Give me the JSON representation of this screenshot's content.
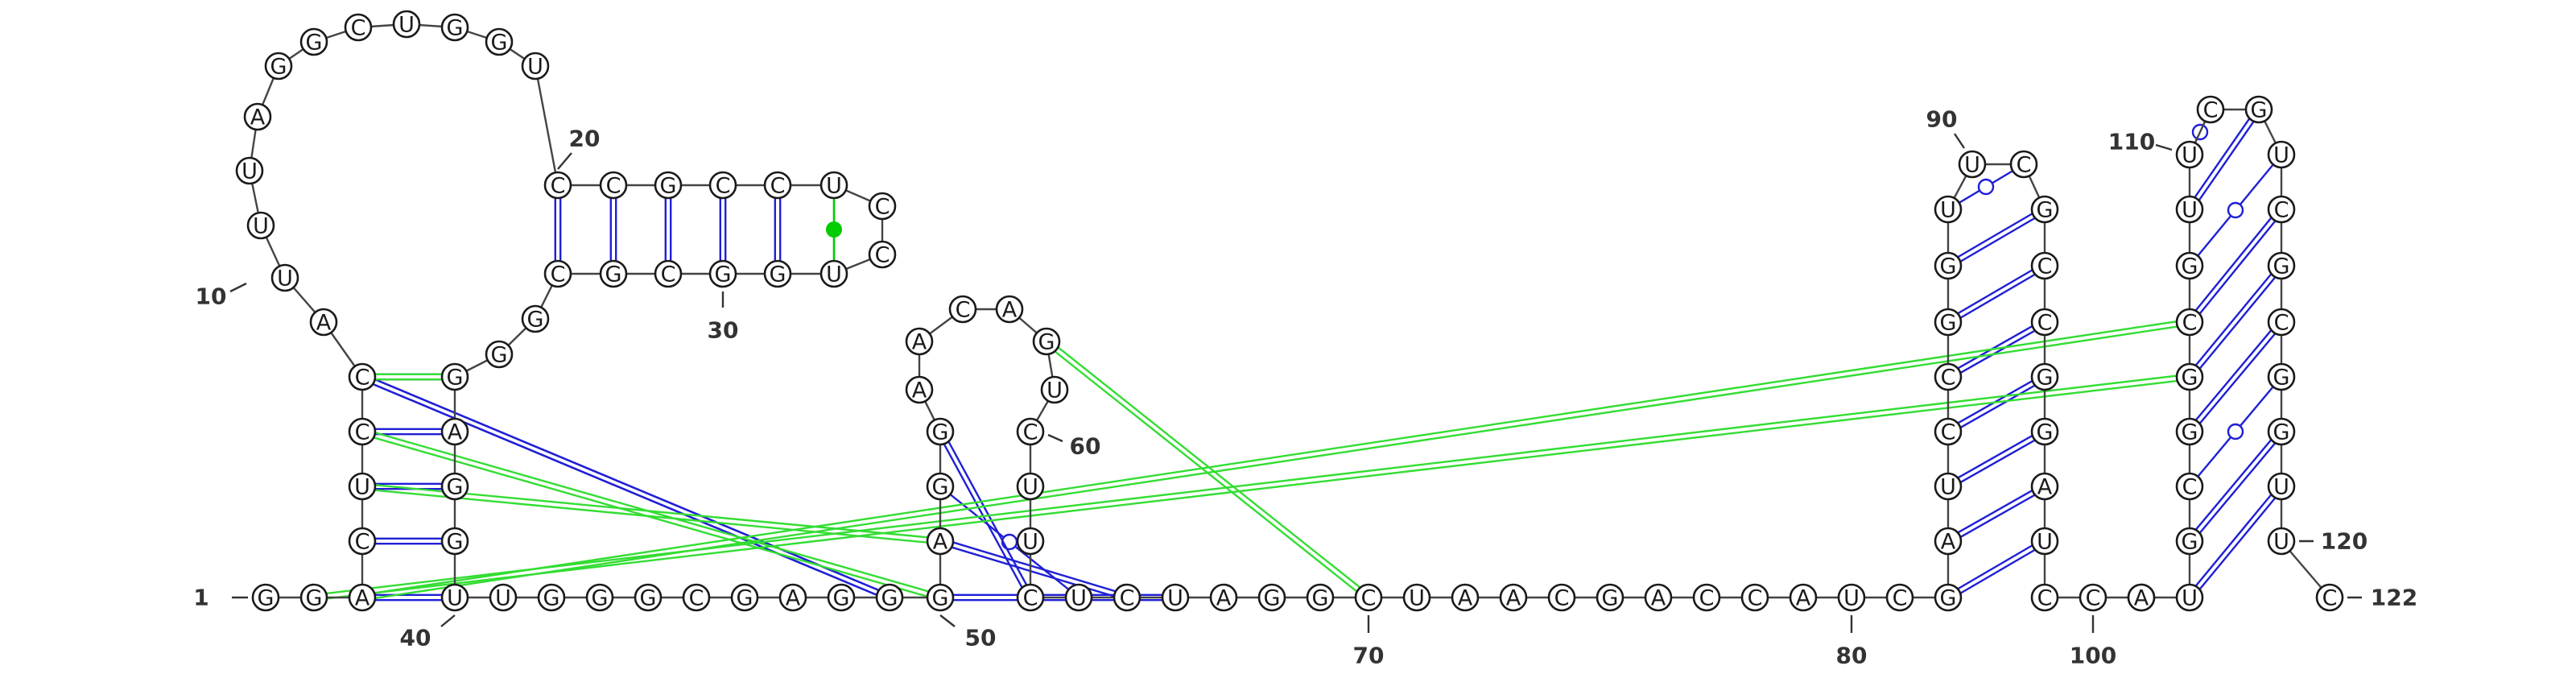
{
  "colors": {
    "canonical_pair": "#1f1fd6",
    "wobble_pair": "#1f1fd6",
    "noncanonical_pair": "#00cc00",
    "tertiary_interaction": "#33dd33",
    "backbone": "#444444"
  },
  "molecule": {
    "length": 122,
    "sequence": "GGAUUGGGCGAGGGGUUCGAGGGCCUCCGUCCCUUAUCCAGCAAGCACUUAGCCUAAGGCGAUCUGAGCCCGCAAUUGGGUUCUGCGAUACGGAUGCUUGAUCUAGCGUGGACUGUCUCGGCCGUCAAACUCGC",
    "displayed_nucleotides": [
      {
        "n": 1,
        "base": "G"
      },
      {
        "n": 2,
        "base": "G"
      },
      {
        "n": 3,
        "base": "A"
      },
      {
        "n": 4,
        "base": "C"
      },
      {
        "n": 5,
        "base": "U"
      },
      {
        "n": 6,
        "base": "C"
      },
      {
        "n": 7,
        "base": "C"
      },
      {
        "n": 8,
        "base": "A"
      },
      {
        "n": 9,
        "base": "U"
      },
      {
        "n": 10,
        "base": "U"
      },
      {
        "n": 11,
        "base": "U"
      },
      {
        "n": 12,
        "base": "A"
      },
      {
        "n": 13,
        "base": "G"
      },
      {
        "n": 14,
        "base": "G"
      },
      {
        "n": 15,
        "base": "C"
      },
      {
        "n": 16,
        "base": "U"
      },
      {
        "n": 17,
        "base": "G"
      },
      {
        "n": 18,
        "base": "G"
      },
      {
        "n": 19,
        "base": "U"
      },
      {
        "n": 20,
        "base": "C"
      },
      {
        "n": 21,
        "base": "C"
      },
      {
        "n": 22,
        "base": "G"
      },
      {
        "n": 23,
        "base": "C"
      },
      {
        "n": 24,
        "base": "C"
      },
      {
        "n": 25,
        "base": "U"
      },
      {
        "n": 26,
        "base": "C"
      },
      {
        "n": 27,
        "base": "C"
      },
      {
        "n": 28,
        "base": "U"
      },
      {
        "n": 29,
        "base": "G"
      },
      {
        "n": 30,
        "base": "G"
      },
      {
        "n": 31,
        "base": "C"
      },
      {
        "n": 32,
        "base": "G"
      },
      {
        "n": 33,
        "base": "C"
      },
      {
        "n": 34,
        "base": "G"
      },
      {
        "n": 35,
        "base": "G"
      },
      {
        "n": 36,
        "base": "G"
      },
      {
        "n": 37,
        "base": "A"
      },
      {
        "n": 38,
        "base": "G"
      },
      {
        "n": 39,
        "base": "G"
      },
      {
        "n": 40,
        "base": "U"
      },
      {
        "n": 41,
        "base": "U"
      },
      {
        "n": 42,
        "base": "G"
      },
      {
        "n": 43,
        "base": "G"
      },
      {
        "n": 44,
        "base": "G"
      },
      {
        "n": 45,
        "base": "C"
      },
      {
        "n": 46,
        "base": "G"
      },
      {
        "n": 47,
        "base": "A"
      },
      {
        "n": 48,
        "base": "G"
      },
      {
        "n": 49,
        "base": "G"
      },
      {
        "n": 50,
        "base": "G"
      },
      {
        "n": 51,
        "base": "A"
      },
      {
        "n": 52,
        "base": "G"
      },
      {
        "n": 53,
        "base": "G"
      },
      {
        "n": 54,
        "base": "A"
      },
      {
        "n": 55,
        "base": "A"
      },
      {
        "n": 56,
        "base": "C"
      },
      {
        "n": 57,
        "base": "A"
      },
      {
        "n": 58,
        "base": "G"
      },
      {
        "n": 59,
        "base": "U"
      },
      {
        "n": 60,
        "base": "C"
      },
      {
        "n": 61,
        "base": "U"
      },
      {
        "n": 62,
        "base": "U"
      },
      {
        "n": 63,
        "base": "C"
      },
      {
        "n": 64,
        "base": "U"
      },
      {
        "n": 65,
        "base": "C"
      },
      {
        "n": 66,
        "base": "U"
      },
      {
        "n": 67,
        "base": "A"
      },
      {
        "n": 68,
        "base": "G"
      },
      {
        "n": 69,
        "base": "G"
      },
      {
        "n": 70,
        "base": "C"
      },
      {
        "n": 71,
        "base": "U"
      },
      {
        "n": 72,
        "base": "A"
      },
      {
        "n": 73,
        "base": "A"
      },
      {
        "n": 74,
        "base": "C"
      },
      {
        "n": 75,
        "base": "G"
      },
      {
        "n": 76,
        "base": "A"
      },
      {
        "n": 77,
        "base": "C"
      },
      {
        "n": 78,
        "base": "C"
      },
      {
        "n": 79,
        "base": "A"
      },
      {
        "n": 80,
        "base": "U"
      },
      {
        "n": 81,
        "base": "C"
      },
      {
        "n": 82,
        "base": "G"
      },
      {
        "n": 83,
        "base": "A"
      },
      {
        "n": 84,
        "base": "U"
      },
      {
        "n": 85,
        "base": "C"
      },
      {
        "n": 86,
        "base": "C"
      },
      {
        "n": 87,
        "base": "G"
      },
      {
        "n": 88,
        "base": "G"
      },
      {
        "n": 89,
        "base": "U"
      },
      {
        "n": 90,
        "base": "U"
      },
      {
        "n": 91,
        "base": "C"
      },
      {
        "n": 92,
        "base": "G"
      },
      {
        "n": 93,
        "base": "C"
      },
      {
        "n": 94,
        "base": "C"
      },
      {
        "n": 95,
        "base": "G"
      },
      {
        "n": 96,
        "base": "G"
      },
      {
        "n": 97,
        "base": "A"
      },
      {
        "n": 98,
        "base": "U"
      },
      {
        "n": 99,
        "base": "C"
      },
      {
        "n": 100,
        "base": "C"
      },
      {
        "n": 101,
        "base": "A"
      },
      {
        "n": 102,
        "base": "A"
      },
      {
        "n": 103,
        "base": "U"
      },
      {
        "n": 104,
        "base": "G"
      },
      {
        "n": 105,
        "base": "C"
      },
      {
        "n": 106,
        "base": "G"
      },
      {
        "n": 107,
        "base": "G"
      },
      {
        "n": 108,
        "base": "C"
      },
      {
        "n": 109,
        "base": "G"
      },
      {
        "n": 110,
        "base": "U"
      },
      {
        "n": 111,
        "base": "U"
      },
      {
        "n": 112,
        "base": "C"
      },
      {
        "n": 113,
        "base": "G"
      },
      {
        "n": 114,
        "base": "U"
      },
      {
        "n": 115,
        "base": "C"
      },
      {
        "n": 116,
        "base": "G"
      },
      {
        "n": 117,
        "base": "C"
      },
      {
        "n": 118,
        "base": "G"
      },
      {
        "n": 119,
        "base": "G"
      },
      {
        "n": 120,
        "base": "U"
      },
      {
        "n": 121,
        "base": "U"
      },
      {
        "n": 122,
        "base": "C"
      }
    ]
  },
  "position_labels": [
    "1",
    "10",
    "20",
    "30",
    "40",
    "50",
    "60",
    "70",
    "80",
    "90",
    "100",
    "110",
    "120",
    "122"
  ],
  "base_pairs": [
    {
      "i": 3,
      "j": 40,
      "type": "canonical"
    },
    {
      "i": 4,
      "j": 39,
      "type": "canonical"
    },
    {
      "i": 5,
      "j": 38,
      "type": "canonical"
    },
    {
      "i": 6,
      "j": 37,
      "type": "canonical"
    },
    {
      "i": 7,
      "j": 36,
      "type": "canonical"
    },
    {
      "i": 20,
      "j": 33,
      "type": "canonical"
    },
    {
      "i": 21,
      "j": 32,
      "type": "canonical"
    },
    {
      "i": 22,
      "j": 31,
      "type": "canonical"
    },
    {
      "i": 23,
      "j": 30,
      "type": "canonical"
    },
    {
      "i": 24,
      "j": 29,
      "type": "canonical"
    },
    {
      "i": 25,
      "j": 28,
      "type": "noncanonical"
    },
    {
      "i": 50,
      "j": 66,
      "type": "canonical"
    },
    {
      "i": 51,
      "j": 65,
      "type": "canonical"
    },
    {
      "i": 52,
      "j": 64,
      "type": "wobble"
    },
    {
      "i": 53,
      "j": 63,
      "type": "canonical"
    },
    {
      "i": 82,
      "j": 98,
      "type": "canonical"
    },
    {
      "i": 83,
      "j": 97,
      "type": "canonical"
    },
    {
      "i": 84,
      "j": 96,
      "type": "canonical"
    },
    {
      "i": 85,
      "j": 95,
      "type": "canonical"
    },
    {
      "i": 86,
      "j": 94,
      "type": "canonical"
    },
    {
      "i": 87,
      "j": 93,
      "type": "canonical"
    },
    {
      "i": 88,
      "j": 92,
      "type": "canonical"
    },
    {
      "i": 89,
      "j": 91,
      "type": "wobble"
    },
    {
      "i": 103,
      "j": 120,
      "type": "canonical"
    },
    {
      "i": 104,
      "j": 119,
      "type": "canonical"
    },
    {
      "i": 105,
      "j": 118,
      "type": "wobble"
    },
    {
      "i": 106,
      "j": 117,
      "type": "canonical"
    },
    {
      "i": 107,
      "j": 116,
      "type": "canonical"
    },
    {
      "i": 108,
      "j": 115,
      "type": "canonical"
    },
    {
      "i": 109,
      "j": 114,
      "type": "wobble"
    },
    {
      "i": 110,
      "j": 113,
      "type": "canonical"
    },
    {
      "i": 111,
      "j": 112,
      "type": "wobble"
    }
  ],
  "tertiary_interactions": [
    {
      "i": 7,
      "j": 49,
      "type": "canonical"
    },
    {
      "i": 7,
      "j": 49,
      "type": "canonical"
    },
    {
      "i": 7,
      "j": 36,
      "type": "tertiary"
    },
    {
      "i": 6,
      "j": 50,
      "type": "tertiary"
    },
    {
      "i": 5,
      "j": 51,
      "type": "tertiary"
    },
    {
      "i": 58,
      "j": 70,
      "type": "tertiary"
    },
    {
      "i": 2,
      "j": 107,
      "type": "tertiary"
    },
    {
      "i": 3,
      "j": 108,
      "type": "tertiary"
    }
  ]
}
